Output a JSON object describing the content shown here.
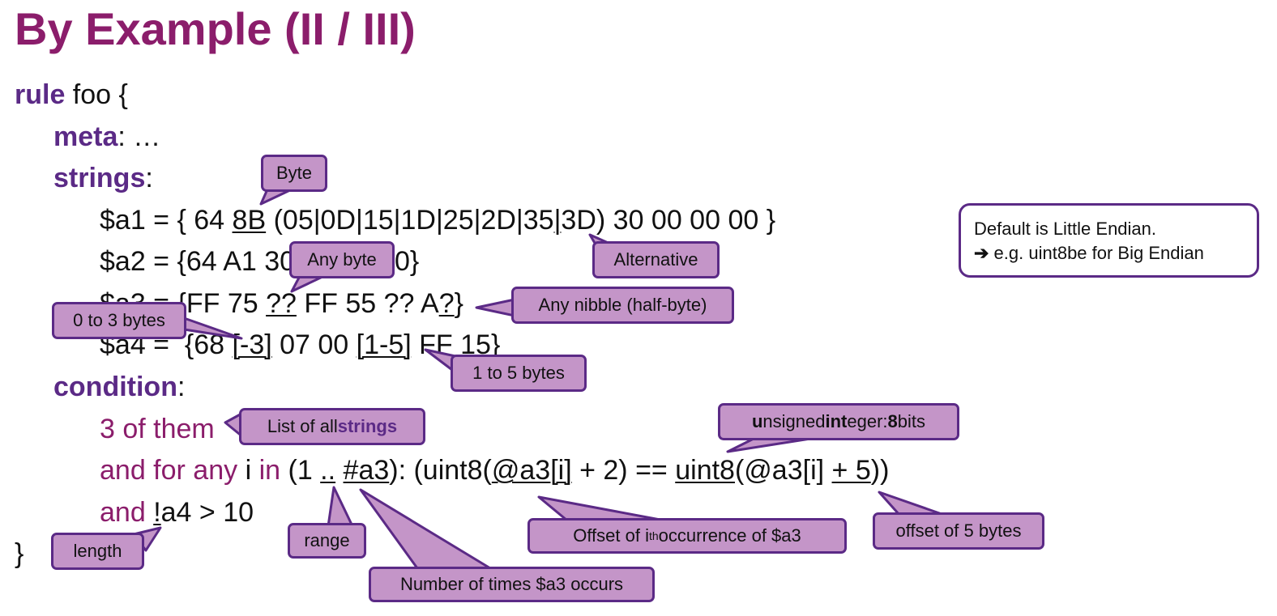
{
  "title": "By Example (II / III)",
  "code": {
    "rule_kw": "rule",
    "rule_name": " foo {",
    "meta_kw": "meta",
    "meta_rest": ": …",
    "strings_kw": "strings",
    "strings_rest": ":",
    "a1": {
      "p1": "$a1 = { 64 ",
      "u1": "8B",
      "p2": " (05|0D|15|1D|25|2D|35",
      "u2": "|",
      "p3": "3D) 30 00 00 00 }"
    },
    "a2": {
      "p1": "$a2 = {64 A1 30 ?? 00 00}"
    },
    "a3": {
      "p1": "$a3 = {FF 75 ",
      "u1": "??",
      "p2": " FF 55 ?? A",
      "u2": "?",
      "p3": "}"
    },
    "a4": {
      "p1": "$a4 =  {68 ",
      "u1": "[-3]",
      "p2": " 07 00 ",
      "u2": "[1-5]",
      "p3": " FF 15}"
    },
    "condition_kw": "condition",
    "condition_rest": ":",
    "c1": "3 of them",
    "c2": {
      "p1": "and for any ",
      "p2": "i",
      "p3": " in",
      "p4": " (1 ",
      "u1": "..",
      "p5": " ",
      "u2": "#a3",
      "p6": "): (uint8(",
      "u3": "@a3[i]",
      "p7": " + 2) == ",
      "u4": "uint8",
      "p8": "(@a3[i] ",
      "u5": "+ 5",
      "p9": "))"
    },
    "c3": {
      "p1": "and ",
      "u1": "!",
      "p2": "a4 > 10"
    },
    "close": "}"
  },
  "callouts": {
    "byte": "Byte",
    "any_byte": "Any byte",
    "alternative": "Alternative",
    "any_nibble": "Any nibble (half-byte)",
    "zero_to_three": "0 to 3 bytes",
    "one_to_five": "1 to 5 bytes",
    "list_prefix": "List of all ",
    "list_strong": "strings",
    "uint_u": "u",
    "uint_p1": "nsigned ",
    "uint_int": "int",
    "uint_p2": "eger: ",
    "uint_8": "8",
    "uint_p3": " bits",
    "range": "range",
    "length": "length",
    "offset_prefix": "Offset of i",
    "offset_sup": "th",
    "offset_suffix": " occurrence of $a3",
    "offset5": "offset of 5 bytes",
    "times": "Number of times $a3 occurs"
  },
  "note": {
    "line1": "Default is Little Endian.",
    "arrow": "➔",
    "line2": " e.g. uint8be for Big Endian"
  },
  "colors": {
    "title": "#8b1d6b",
    "keyword": "#5b2a86",
    "callout_fill": "#c495c8",
    "callout_border": "#5b2a86"
  }
}
